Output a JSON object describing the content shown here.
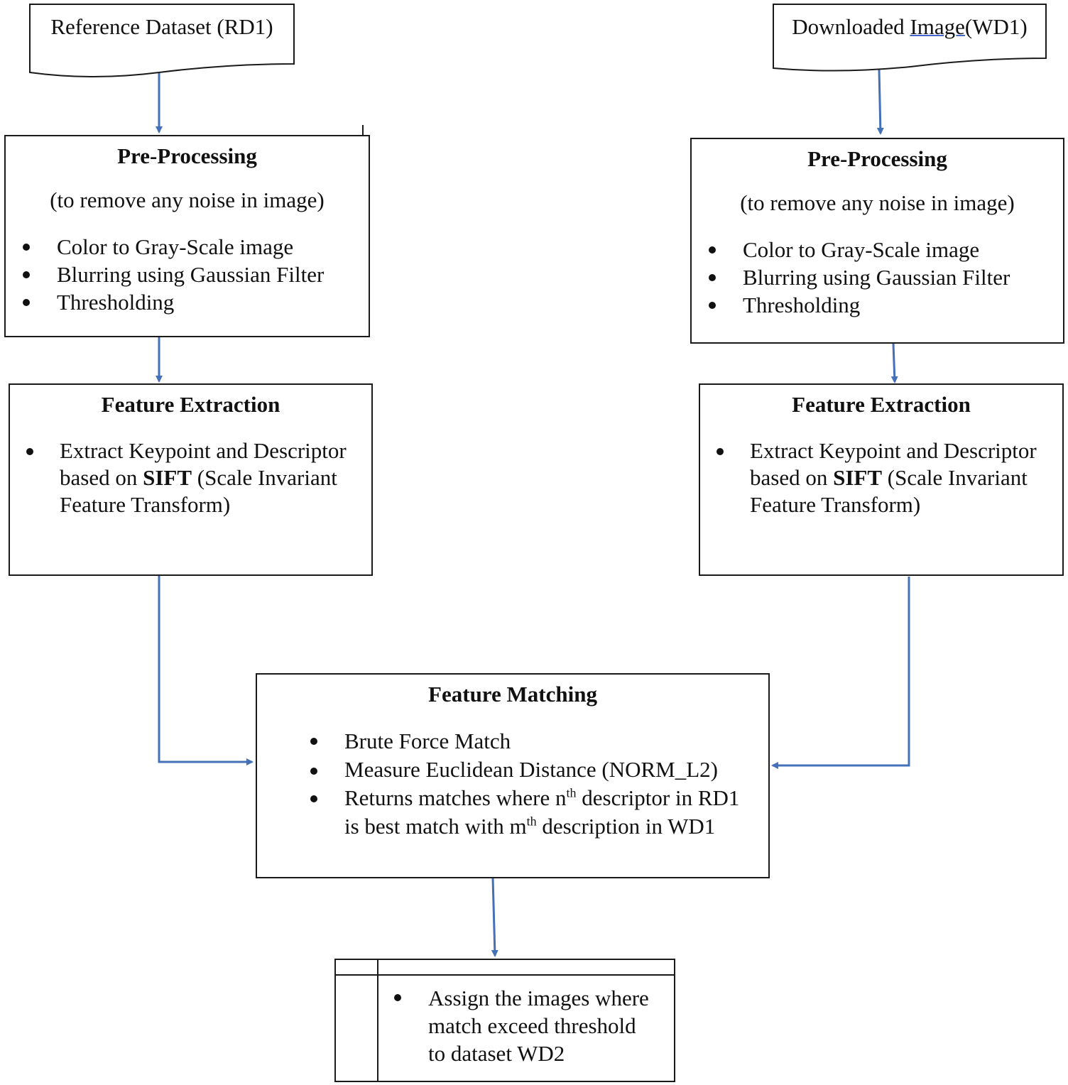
{
  "reference_doc": {
    "label": "Reference Dataset (RD1)"
  },
  "downloaded_doc": {
    "label_pre": "Downloaded ",
    "label_mid": "Image",
    "label_post": "(WD1)"
  },
  "left_pre": {
    "title": "Pre-Processing",
    "subtitle": "(to remove any noise in image)",
    "items": [
      "Color to Gray-Scale image",
      "Blurring using Gaussian Filter",
      "Thresholding"
    ]
  },
  "right_pre": {
    "title": "Pre-Processing",
    "subtitle": "(to remove any noise in image)",
    "items": [
      "Color to Gray-Scale image",
      "Blurring using Gaussian Filter",
      "Thresholding"
    ]
  },
  "left_fe": {
    "title": "Feature Extraction",
    "line1": "Extract Keypoint and Descriptor",
    "line2_pre": "based on ",
    "line2_bold": "SIFT",
    "line2_post": " (Scale Invariant",
    "line3": "Feature Transform)"
  },
  "right_fe": {
    "title": "Feature Extraction",
    "line1": "Extract Keypoint and Descriptor",
    "line2_pre": "based on ",
    "line2_bold": "SIFT",
    "line2_post": " (Scale Invariant",
    "line3": "Feature Transform)"
  },
  "matching": {
    "title": "Feature Matching",
    "item1": "Brute Force Match",
    "item2": "Measure Euclidean Distance (NORM_L2)",
    "item3_a": "Returns matches where n",
    "item3_sup1": "th",
    "item3_b": " descriptor in RD1",
    "item3_c": "is best match with m",
    "item3_sup2": "th",
    "item3_d": " description in WD1"
  },
  "output": {
    "line1": "Assign the images where",
    "line2": "match exceed threshold",
    "line3": "to dataset WD2"
  },
  "colors": {
    "connector": "#4470b8",
    "border": "#1a1a1a"
  }
}
